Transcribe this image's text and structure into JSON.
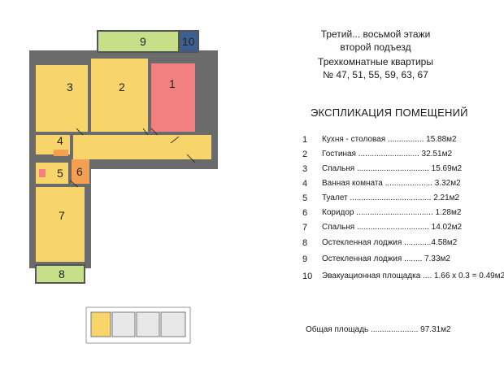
{
  "header": {
    "line1": "Третий... восьмой этажи",
    "line2": "второй подъезд",
    "line3": "Трехкомнатные квартиры",
    "line4": "№ 47, 51, 55, 59, 63, 67"
  },
  "explication_title": "ЭКСПЛИКАЦИЯ ПОМЕЩЕНИЙ",
  "rooms": [
    {
      "num": "1",
      "text": "Кухня - столовая ................ 15.88м2"
    },
    {
      "num": "2",
      "text": "Гостиная ........................... 32.51м2"
    },
    {
      "num": "3",
      "text": "Спальня ................................ 15.69м2"
    },
    {
      "num": "4",
      "text": "Ванная комната ..................... 3.32м2"
    },
    {
      "num": "5",
      "text": "Туалет .................................... 2.21м2"
    },
    {
      "num": "6",
      "text": "Коридор .................................. 1.28м2"
    },
    {
      "num": "7",
      "text": "Спальня ................................ 14.02м2"
    },
    {
      "num": "8",
      "text": "Остекленная лоджия ............4.58м2"
    },
    {
      "num": "9",
      "text": "Остекленная лоджия ........ 7.33м2"
    },
    {
      "num": "10",
      "text": "Эвакуационная площадка .... 1.66 x 0.3 = 0.49м2"
    }
  ],
  "total": "Общая площадь ..................... 97.31м2",
  "plan_labels": [
    "1",
    "2",
    "3",
    "4",
    "5",
    "6",
    "7",
    "8",
    "9",
    "10"
  ],
  "colors": {
    "kitchen": "#f28080",
    "rooms": "#f7d56a",
    "loggia": "#c8df8a",
    "evac": "#3d5f8f",
    "wall": "#555555",
    "bath": "#f5a050"
  }
}
